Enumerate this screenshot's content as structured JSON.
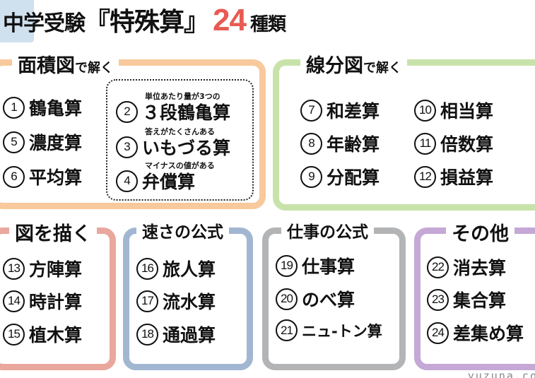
{
  "title": {
    "prefix": "中学受験",
    "main": "『特殊算』",
    "count": "24",
    "suffix": "種類"
  },
  "colors": {
    "area": "#f8c99c",
    "line": "#c8e3aa",
    "draw": "#e9a79d",
    "speed": "#a1b6d1",
    "work": "#b3b4b6",
    "other": "#c5a8d5",
    "accent": "#e85a52"
  },
  "panels": {
    "area": {
      "title": "面積図",
      "title_suffix": "で解く",
      "items": [
        {
          "num": "1",
          "name": "鶴亀算"
        },
        {
          "num": "5",
          "name": "濃度算"
        },
        {
          "num": "6",
          "name": "平均算"
        }
      ],
      "sub_items": [
        {
          "num": "2",
          "note": "単位あたり量が3つの",
          "name": "３段鶴亀算"
        },
        {
          "num": "3",
          "note": "答えがたくさんある",
          "name": "いもづる算"
        },
        {
          "num": "4",
          "note": "マイナスの値がある",
          "name": "弁償算"
        }
      ]
    },
    "line": {
      "title": "線分図",
      "title_suffix": "で解く",
      "items": [
        {
          "num": "7",
          "name": "和差算"
        },
        {
          "num": "8",
          "name": "年齢算"
        },
        {
          "num": "9",
          "name": "分配算"
        },
        {
          "num": "10",
          "name": "相当算"
        },
        {
          "num": "11",
          "name": "倍数算"
        },
        {
          "num": "12",
          "name": "損益算"
        }
      ]
    },
    "draw": {
      "title": "図を描く",
      "items": [
        {
          "num": "13",
          "name": "方陣算"
        },
        {
          "num": "14",
          "name": "時計算"
        },
        {
          "num": "15",
          "name": "植木算"
        }
      ]
    },
    "speed": {
      "title": "速さの公式",
      "items": [
        {
          "num": "16",
          "name": "旅人算"
        },
        {
          "num": "17",
          "name": "流水算"
        },
        {
          "num": "18",
          "name": "通過算"
        }
      ]
    },
    "work": {
      "title": "仕事の公式",
      "items": [
        {
          "num": "19",
          "name": "仕事算"
        },
        {
          "num": "20",
          "name": "のべ算"
        },
        {
          "num": "21",
          "name": "ニュ-トン算"
        }
      ]
    },
    "other": {
      "title": "その他",
      "items": [
        {
          "num": "22",
          "name": "消去算"
        },
        {
          "num": "23",
          "name": "集合算"
        },
        {
          "num": "24",
          "name": "差集め算"
        }
      ]
    }
  },
  "watermark": "yuzuna.co"
}
